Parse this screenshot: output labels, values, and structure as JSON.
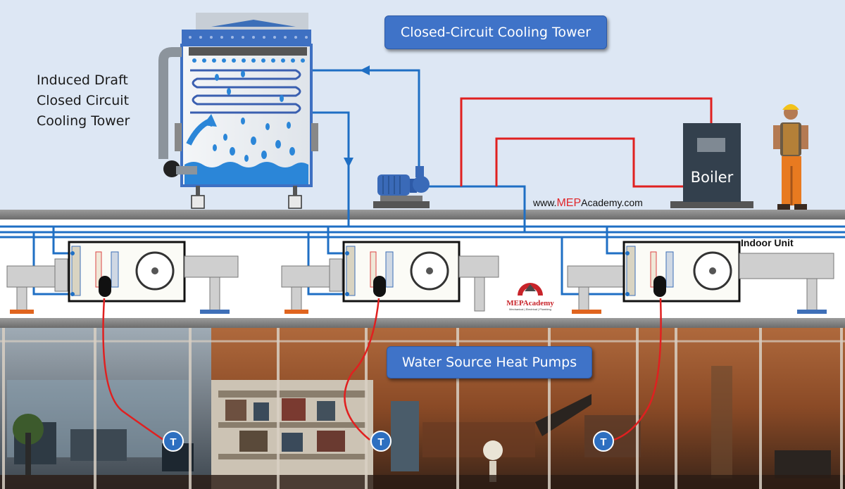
{
  "title": "Closed-Circuit Cooling Tower",
  "side_caption": [
    "Induced Draft",
    "Closed Circuit",
    "Cooling Tower"
  ],
  "website": {
    "prefix": "www.",
    "accent": "MEP",
    "suffix": "Academy.com"
  },
  "boiler_label": "Boiler",
  "indoor_unit_label": "Indoor Unit",
  "logo": {
    "name": "MEPAcademy",
    "tagline": "Mechanical | Electrical | Plumbing"
  },
  "heat_pumps_label": "Water Source Heat Pumps",
  "thermostat_label": "T",
  "colors": {
    "background": "#dde7f4",
    "label_box": "#3f73c8",
    "water_pipe": "#1f6fc4",
    "hot_pipe": "#e02020",
    "thermostat": "#2d6fc0",
    "water": "#2b86d8"
  }
}
